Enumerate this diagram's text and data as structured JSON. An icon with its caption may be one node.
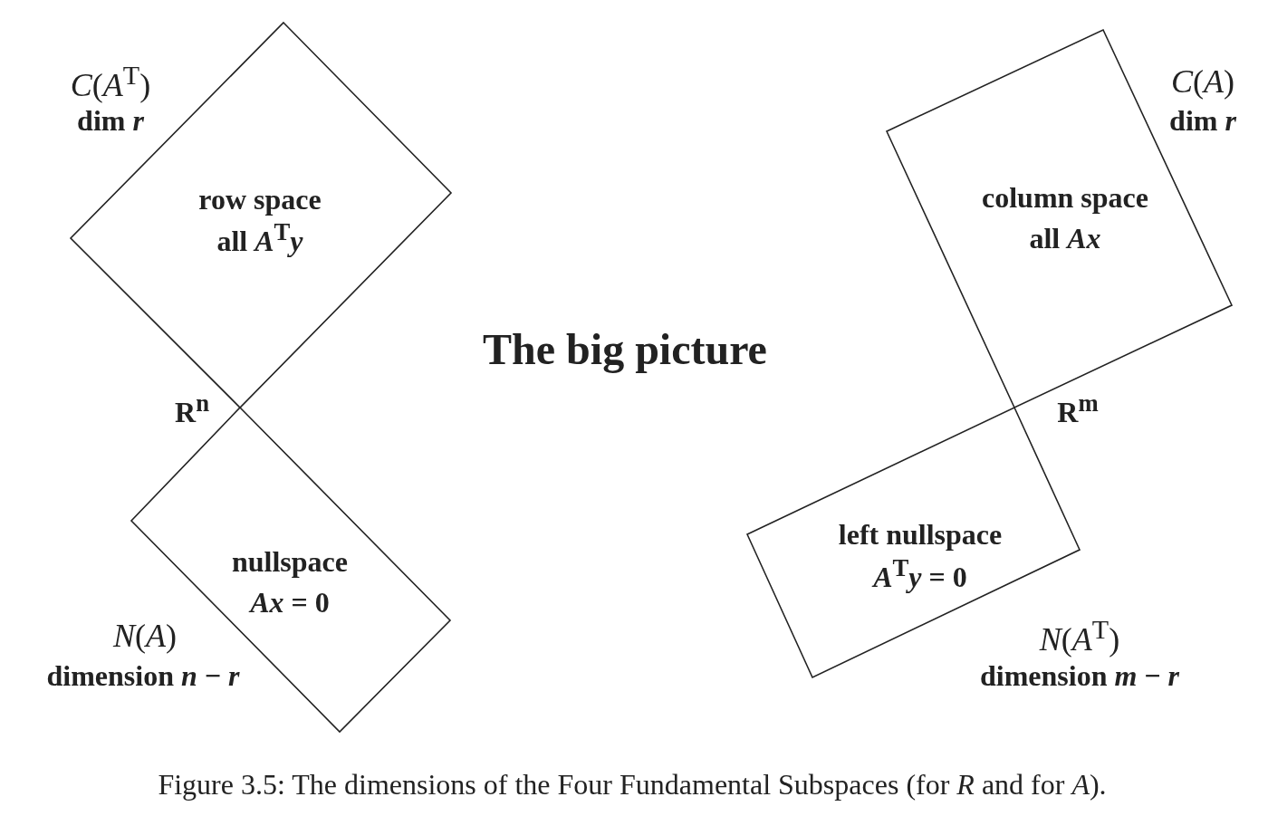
{
  "diagram": {
    "title": "The big picture",
    "caption": "Figure 3.5: The dimensions of the Four Fundamental Subspaces (for *R* and for *A*).",
    "nodes": [
      {
        "text": [
          "row space",
          "all *A*$^{T}$*y*"
        ],
        "beside": [
          "*C*(*A*$^{T}$)",
          "dim *r*"
        ]
      },
      {
        "text": [
          "nullspace",
          "*Ax* = 0"
        ],
        "beside": [
          "*N*(*A*)",
          "dimension *n* − *r*"
        ]
      },
      {
        "text": [
          "column space",
          "all *Ax*"
        ],
        "beside": [
          "*C*(*A*)",
          "dim *r*"
        ]
      },
      {
        "text": [
          "left nullspace",
          "*A*$^{T}$*y* = 0"
        ],
        "beside": [
          "*N*(*A*$^{T}$)",
          "dimension *m* − *r*"
        ]
      }
    ],
    "labels": [
      "R$^{n}$",
      "R$^{m}$"
    ]
  }
}
